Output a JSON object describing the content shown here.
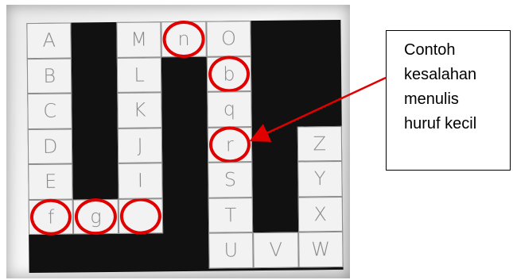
{
  "grid": {
    "cells": [
      {
        "label": "A",
        "col": 0,
        "row": 0
      },
      {
        "label": "B",
        "col": 0,
        "row": 1
      },
      {
        "label": "C",
        "col": 0,
        "row": 2
      },
      {
        "label": "D",
        "col": 0,
        "row": 3
      },
      {
        "label": "E",
        "col": 0,
        "row": 4
      },
      {
        "label": "f",
        "col": 0,
        "row": 5,
        "circled": true
      },
      {
        "label": "g",
        "col": 1,
        "row": 5,
        "circled": true
      },
      {
        "label": "",
        "col": 2,
        "row": 5,
        "circled": true
      },
      {
        "label": "M",
        "col": 2,
        "row": 0
      },
      {
        "label": "L",
        "col": 2,
        "row": 1
      },
      {
        "label": "K",
        "col": 2,
        "row": 2
      },
      {
        "label": "J",
        "col": 2,
        "row": 3
      },
      {
        "label": "I",
        "col": 2,
        "row": 4
      },
      {
        "label": "n",
        "col": 3,
        "row": 0,
        "circled": true
      },
      {
        "label": "O",
        "col": 4,
        "row": 0
      },
      {
        "label": "b",
        "col": 4,
        "row": 1,
        "circled": true
      },
      {
        "label": "q",
        "col": 4,
        "row": 2
      },
      {
        "label": "r",
        "col": 4,
        "row": 3,
        "circled": true
      },
      {
        "label": "S",
        "col": 4,
        "row": 4
      },
      {
        "label": "T",
        "col": 4,
        "row": 5
      },
      {
        "label": "U",
        "col": 4,
        "row": 6
      },
      {
        "label": "V",
        "col": 5,
        "row": 6
      },
      {
        "label": "Z",
        "col": 6,
        "row": 3
      },
      {
        "label": "Y",
        "col": 6,
        "row": 4
      },
      {
        "label": "X",
        "col": 6,
        "row": 5
      },
      {
        "label": "W",
        "col": 6,
        "row": 6
      }
    ],
    "highlight_color": "#e00000"
  },
  "note": {
    "lines": [
      "Contoh",
      "kesalahan",
      "menulis",
      "huruf kecil"
    ]
  }
}
